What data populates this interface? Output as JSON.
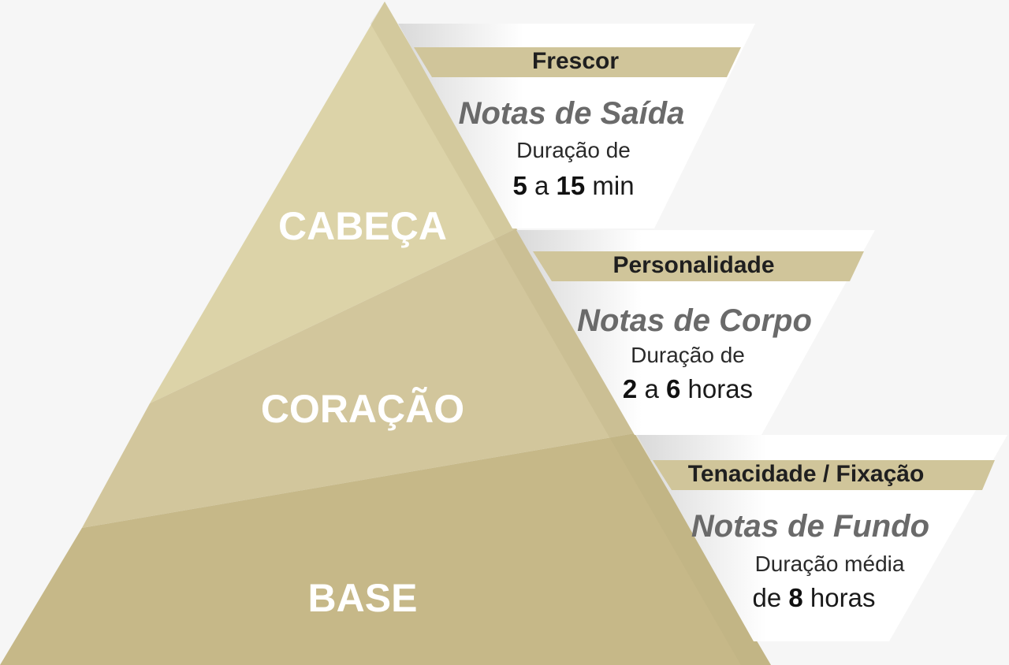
{
  "colors": {
    "background": "#f6f6f6",
    "tier_top": "#dcd3a8",
    "tier_middle": "#d2c69c",
    "tier_bottom": "#c6b888",
    "band": "#d0c59a",
    "card": "#ffffff",
    "label_text": "#ffffff",
    "title_text": "#6a6a6a"
  },
  "tiers": {
    "top": "CABEÇA",
    "middle": "CORAÇÃO",
    "bottom": "BASE"
  },
  "cards": [
    {
      "band": "Frescor",
      "title": "Notas de Saída",
      "duration_text": "Duração de",
      "v1": "5",
      "sep": " a ",
      "v2": "15",
      "unit": " min"
    },
    {
      "band": "Personalidade",
      "title": "Notas de Corpo",
      "duration_text": "Duração de",
      "v1": "2",
      "sep": " a ",
      "v2": "6",
      "unit": " horas"
    },
    {
      "band": "Tenacidade / Fixação",
      "title": "Notas de Fundo",
      "duration_text": "Duração média",
      "prefix": "de ",
      "v1": "8",
      "unit": " horas"
    }
  ]
}
